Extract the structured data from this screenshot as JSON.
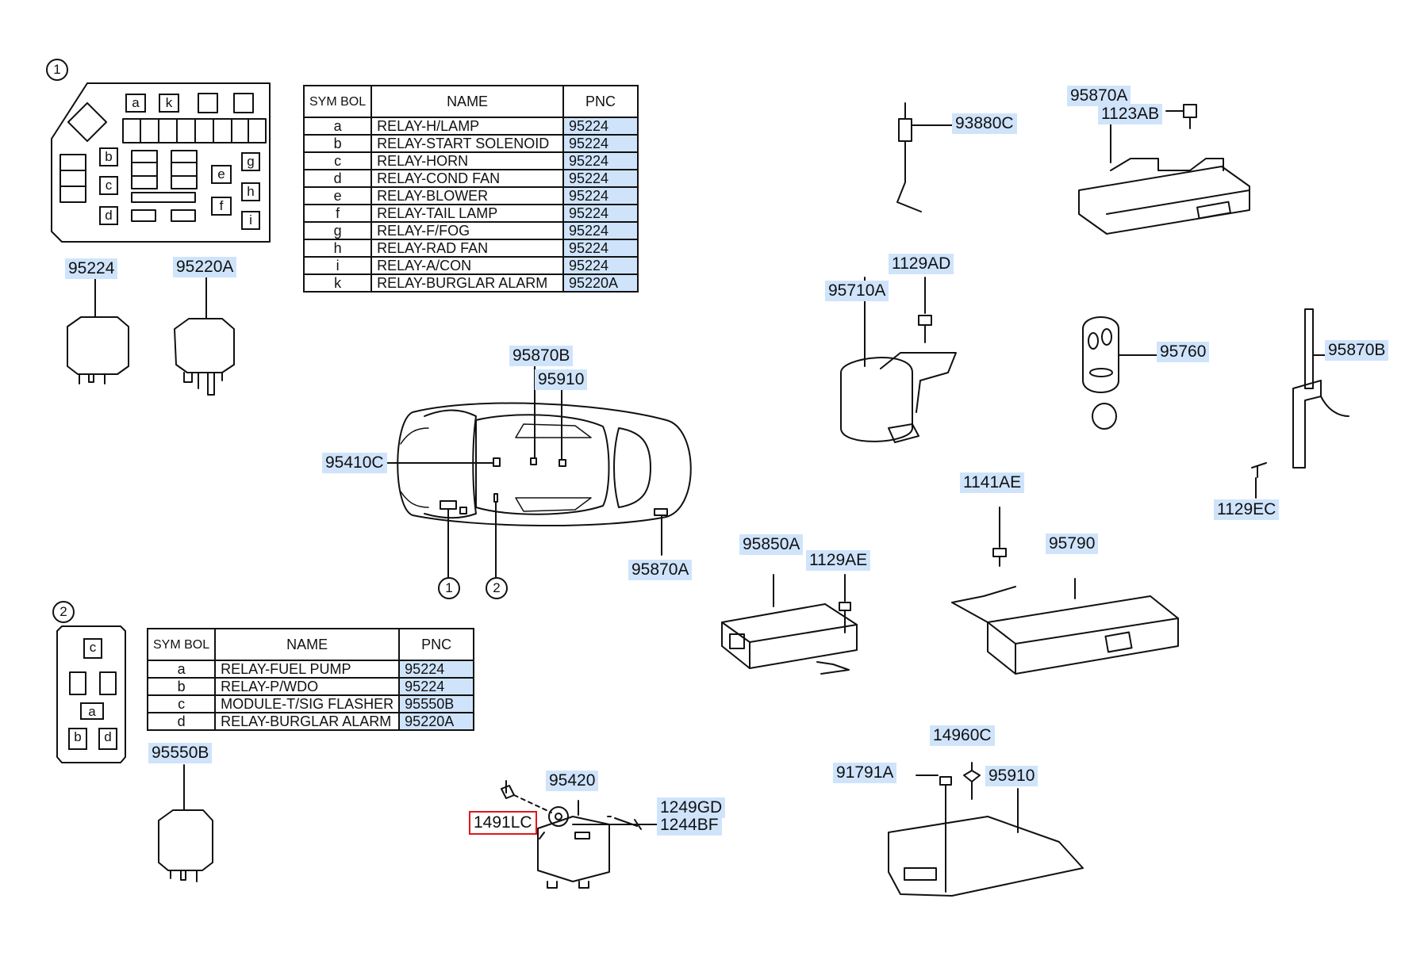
{
  "figure": {
    "section_markers": [
      "1",
      "2"
    ]
  },
  "table_1": {
    "headers": {
      "sym": "SYM BOL",
      "name": "NAME",
      "pnc": "PNC"
    },
    "rows": [
      {
        "sym": "a",
        "name": "RELAY-H/LAMP",
        "pnc": "95224"
      },
      {
        "sym": "b",
        "name": "RELAY-START SOLENOID",
        "pnc": "95224"
      },
      {
        "sym": "c",
        "name": "RELAY-HORN",
        "pnc": "95224"
      },
      {
        "sym": "d",
        "name": "RELAY-COND FAN",
        "pnc": "95224"
      },
      {
        "sym": "e",
        "name": "RELAY-BLOWER",
        "pnc": "95224"
      },
      {
        "sym": "f",
        "name": "RELAY-TAIL LAMP",
        "pnc": "95224"
      },
      {
        "sym": "g",
        "name": "RELAY-F/FOG",
        "pnc": "95224"
      },
      {
        "sym": "h",
        "name": "RELAY-RAD FAN",
        "pnc": "95224"
      },
      {
        "sym": "i",
        "name": "RELAY-A/CON",
        "pnc": "95224"
      },
      {
        "sym": "k",
        "name": "RELAY-BURGLAR ALARM",
        "pnc": "95220A"
      }
    ]
  },
  "table_2": {
    "headers": {
      "sym": "SYM BOL",
      "name": "NAME",
      "pnc": "PNC"
    },
    "rows": [
      {
        "sym": "a",
        "name": "RELAY-FUEL PUMP",
        "pnc": "95224"
      },
      {
        "sym": "b",
        "name": "RELAY-P/WDO",
        "pnc": "95224"
      },
      {
        "sym": "c",
        "name": "MODULE-T/SIG FLASHER",
        "pnc": "95550B"
      },
      {
        "sym": "d",
        "name": "RELAY-BURGLAR ALARM",
        "pnc": "95220A"
      }
    ]
  },
  "relay_box_1_slots": [
    "a",
    "k",
    "b",
    "c",
    "d",
    "e",
    "f",
    "g",
    "h",
    "i"
  ],
  "relay_box_2_slots": [
    "c",
    "a",
    "b",
    "d"
  ],
  "part_labels": {
    "p95224": "95224",
    "p95220A": "95220A",
    "p95870B_car": "95870B",
    "p95910_car": "95910",
    "p95410C": "95410C",
    "p95870A_car": "95870A",
    "p93880C": "93880C",
    "p95870A": "95870A",
    "p1123AB": "1123AB",
    "p1129AD": "1129AD",
    "p95710A": "95710A",
    "p95760": "95760",
    "p95870B": "95870B",
    "p1129EC": "1129EC",
    "p1141AE": "1141AE",
    "p95790": "95790",
    "p95850A": "95850A",
    "p1129AE": "1129AE",
    "p95550B": "95550B",
    "p95420": "95420",
    "p1491LC": "1491LC",
    "p1249GD": "1249GD",
    "p1244BF": "1244BF",
    "p14960C": "14960C",
    "p91791A": "91791A",
    "p95910": "95910"
  },
  "colors": {
    "label_highlight": "#cfe4fb",
    "selected_outline": "#e0161b",
    "line": "#111111"
  }
}
